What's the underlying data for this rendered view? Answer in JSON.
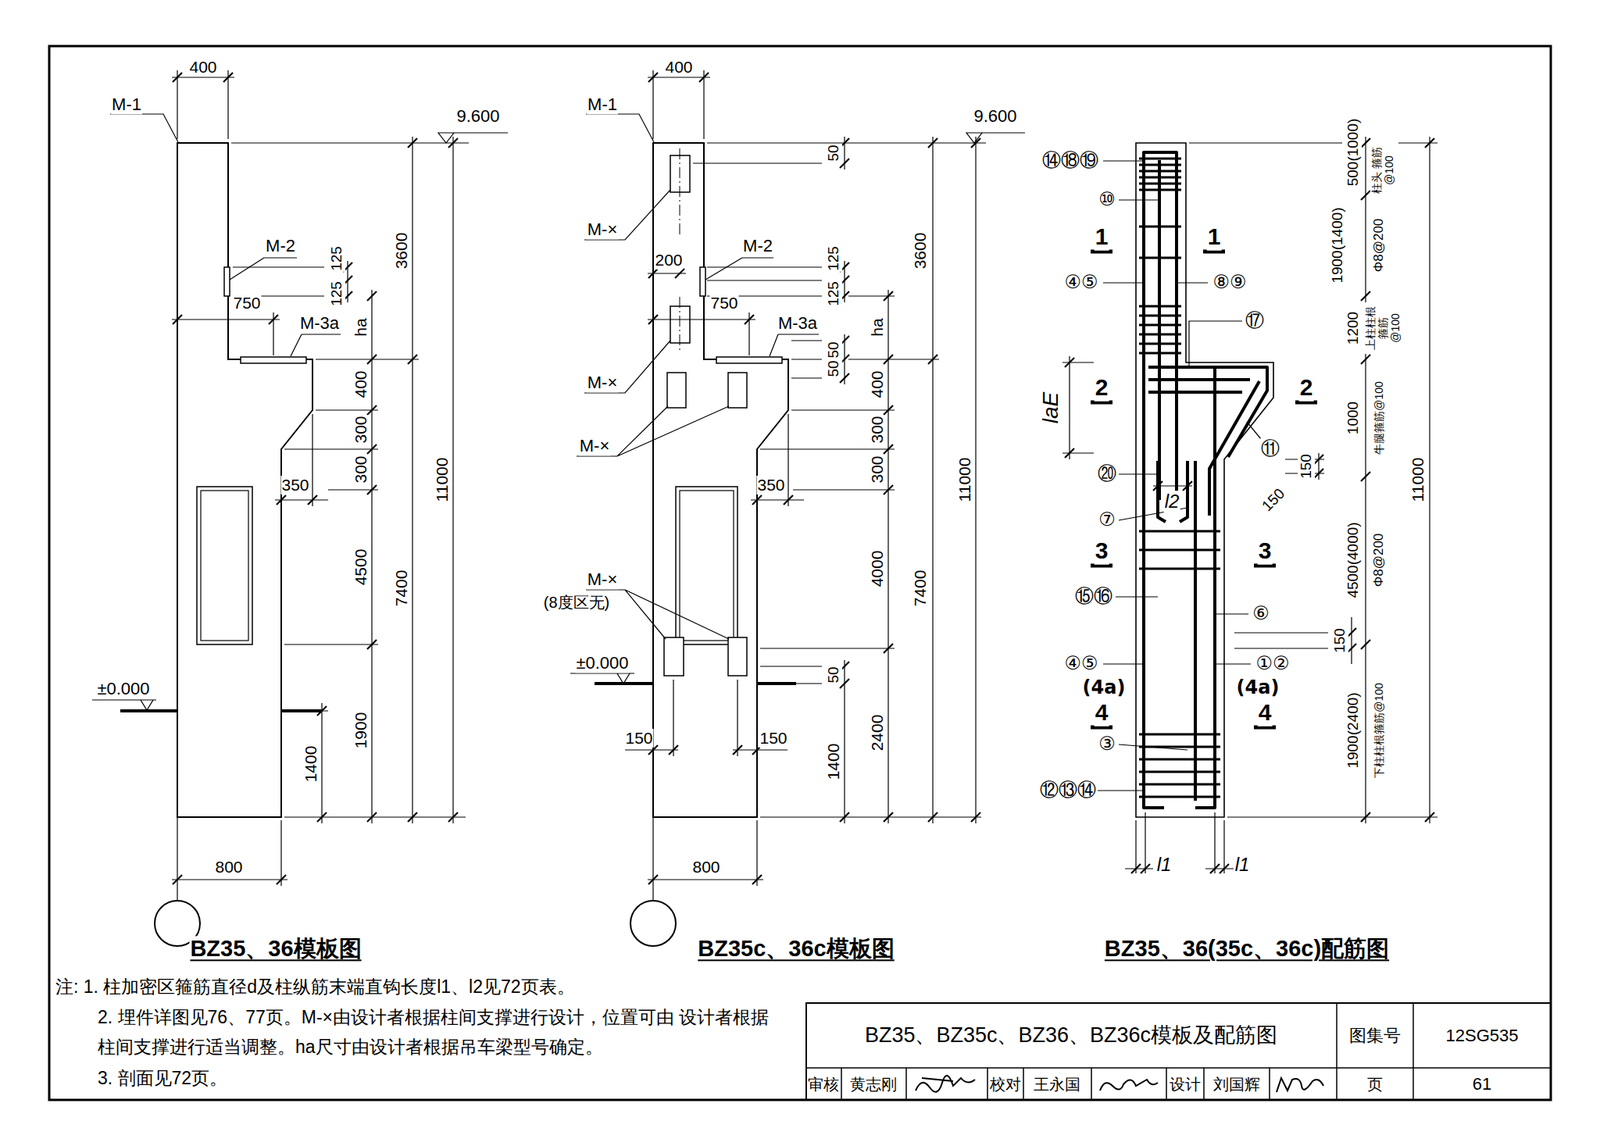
{
  "diagram": {
    "title": "BZ35、BZ35c、BZ36、BZ36c模板及配筋图",
    "labels": [
      "400",
      "M-1",
      "9.600",
      "M-2",
      "750",
      "M-3a",
      "125",
      "125",
      "ha",
      "3600",
      "400",
      "300",
      "300",
      "350",
      "11000",
      "4500",
      "7400",
      "±0.000",
      "1900",
      "1400",
      "800",
      "BZ35、36模板图",
      "400",
      "M-1",
      "9.600",
      "50",
      "M-×",
      "200",
      "M-2",
      "125",
      "125",
      "ha",
      "3600",
      "750",
      "M-3a",
      "50",
      "50",
      "M-×",
      "400",
      "300",
      "M-×",
      "300",
      "350",
      "11000",
      "4000",
      "7400",
      "M-×",
      "(8度区无)",
      "±0.000",
      "50",
      "2400",
      "150",
      "150",
      "1400",
      "800",
      "BZ35c、36c模板图",
      "⑭⑱⑲",
      "⑩",
      "1",
      "1",
      "④⑤",
      "⑧⑨",
      "⑰",
      "laE",
      "2",
      "2",
      "⑪",
      "⑳",
      "150",
      "l2",
      "150",
      "⑦",
      "3",
      "3",
      "⑮⑯",
      "⑥",
      "150",
      "④⑤",
      "①②",
      "(4a)",
      "(4a)",
      "4",
      "4",
      "③",
      "⑫⑬⑭",
      "l1",
      "l1",
      "BZ35、36(35c、36c)配筋图",
      "500(1000)",
      "柱头 箍筋@100",
      "1900(1400)",
      "Φ8@200",
      "1200",
      "上柱柱根 箍筋@100",
      "1000",
      "牛腿箍筋@100",
      "4500(4000)",
      "Φ8@200",
      "1900(2400)",
      "下柱柱根箍筋@100",
      "11000",
      "图集号",
      "12SG535",
      "审核",
      "黄志刚",
      "校对",
      "王永国",
      "设计",
      "刘国辉",
      "页",
      "61",
      "注: 1. 柱加密区箍筋直径d及柱纵筋末端直钩长度l1、l2见72页表。",
      "2. 埋件详图见76、77页。M-×由设计者根据柱间支撑进行设计，位置可由 设计者根据柱间支撑进行适当调整。ha尺寸由设计者根据吊车梁型号确定。",
      "3. 剖面见72页。"
    ]
  }
}
